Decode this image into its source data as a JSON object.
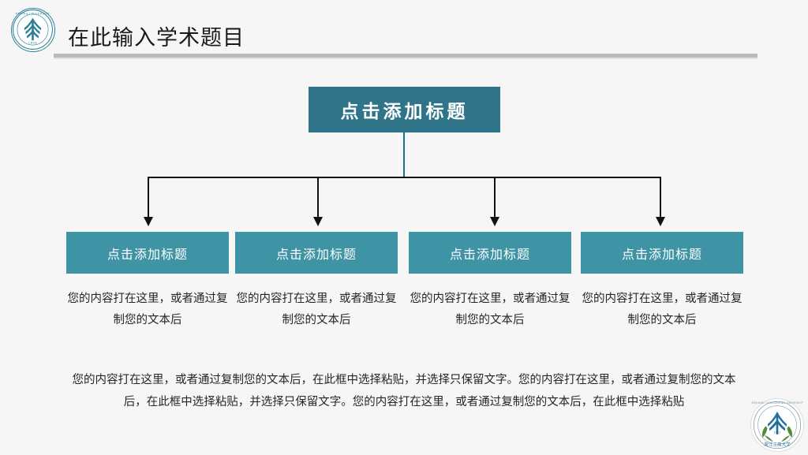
{
  "slide": {
    "background_color": "#f6f6f6",
    "header": {
      "title": "在此输入学术题目",
      "logo_name": "peking-university-emblem",
      "logo_color": "#2e7f95",
      "divider_color": "#b9b9b9"
    },
    "diagram": {
      "type": "top-down-tree",
      "root": {
        "label": "点击添加标题",
        "fill_color": "#2f7488",
        "text_color": "#ffffff"
      },
      "connector": {
        "stem_color": "#1f6d96",
        "branch_color": "#111111",
        "branch_count": 4
      },
      "nodes": [
        {
          "label": "点击添加标题",
          "fill_color": "#3e93a5",
          "body": "您的内容打在这里，或者通过复制您的文本后"
        },
        {
          "label": "点击添加标题",
          "fill_color": "#3e93a5",
          "body": "您的内容打在这里，或者通过复制您的文本后"
        },
        {
          "label": "点击添加标题",
          "fill_color": "#3e93a5",
          "body": "您的内容打在这里，或者通过复制您的文本后"
        },
        {
          "label": "点击添加标题",
          "fill_color": "#3e93a5",
          "body": "您的内容打在这里，或者通过复制您的文本后"
        }
      ]
    },
    "footer": {
      "paragraph": "您的内容打在这里，或者通过复制您的文本后，在此框中选择粘贴，并选择只保留文字。您的内容打在这里，或者通过复制您的文本后，在此框中选择粘贴，并选择只保留文字。您的内容打在这里，或者通过复制您的文本后，在此框中选择粘贴",
      "logo_name": "zhejiang-gongshang-university-emblem",
      "logo_text": "浙江工商大学",
      "logo_ring_text": "ZHEJIANG GONGSHANG UNIVERSITY",
      "logo_year": "1911"
    }
  }
}
